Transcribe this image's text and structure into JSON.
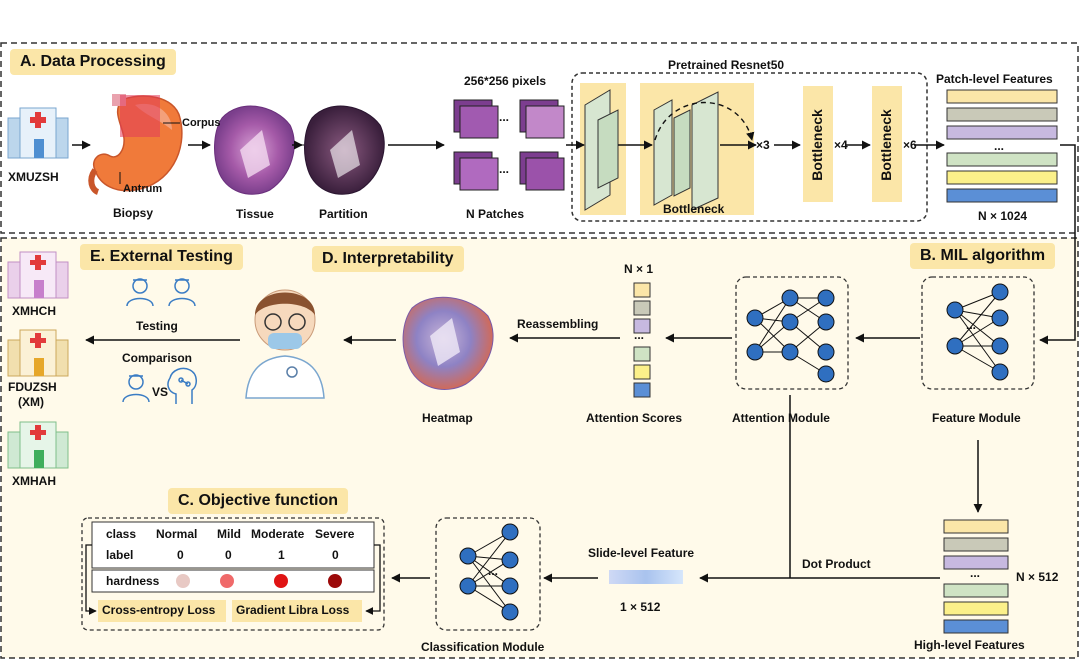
{
  "sections": {
    "data_processing": "A. Data Processing",
    "mil": "B. MIL algorithm",
    "objective": "C. Objective function",
    "interpretability": "D. Interpretability",
    "external": "E. External Testing"
  },
  "processing": {
    "hospital": "XMUZSH",
    "corpus": "Corpus",
    "antrum": "Antrum",
    "biopsy": "Biopsy",
    "tissue": "Tissue",
    "partition": "Partition",
    "patch_size": "256*256 pixels",
    "patches": "N Patches",
    "ellipsis": "...",
    "resnet": "Pretrained Resnet50",
    "bottleneck": "Bottleneck",
    "x3": "×3",
    "x4": "×4",
    "x6": "×6",
    "patch_features": "Patch-level Features",
    "n1024": "N × 1024"
  },
  "mil": {
    "feature_module": "Feature Module",
    "high_level": "High-level Features",
    "n512": "N × 512",
    "attention_module": "Attention Module",
    "attention_scores": "Attention Scores",
    "n1": "N × 1",
    "dot_product": "Dot  Product",
    "slide_feature": "Slide-level Feature",
    "one512": "1 × 512",
    "classification_module": "Classification Module"
  },
  "interp": {
    "reassembling": "Reassembling",
    "heatmap": "Heatmap"
  },
  "external": {
    "testing": "Testing",
    "comparison": "Comparison",
    "vs": "VS",
    "hospitals": [
      "XMHCH",
      "FDUZSH",
      "(XM)",
      "XMHAH"
    ]
  },
  "objective": {
    "row_class": "class",
    "row_label": "label",
    "row_hardness": "hardness",
    "classes": [
      "Normal",
      "Mild",
      "Moderate",
      "Severe"
    ],
    "labels": [
      "0",
      "0",
      "1",
      "0"
    ],
    "hardness_colors": [
      "#e8c9c4",
      "#f06a6a",
      "#e01414",
      "#9c0a0a"
    ],
    "ce_loss": "Cross-entropy Loss",
    "gl_loss": "Gradient Libra Loss"
  },
  "colors": {
    "accent": "#fbe6a8",
    "node": "#2f6fc0"
  }
}
